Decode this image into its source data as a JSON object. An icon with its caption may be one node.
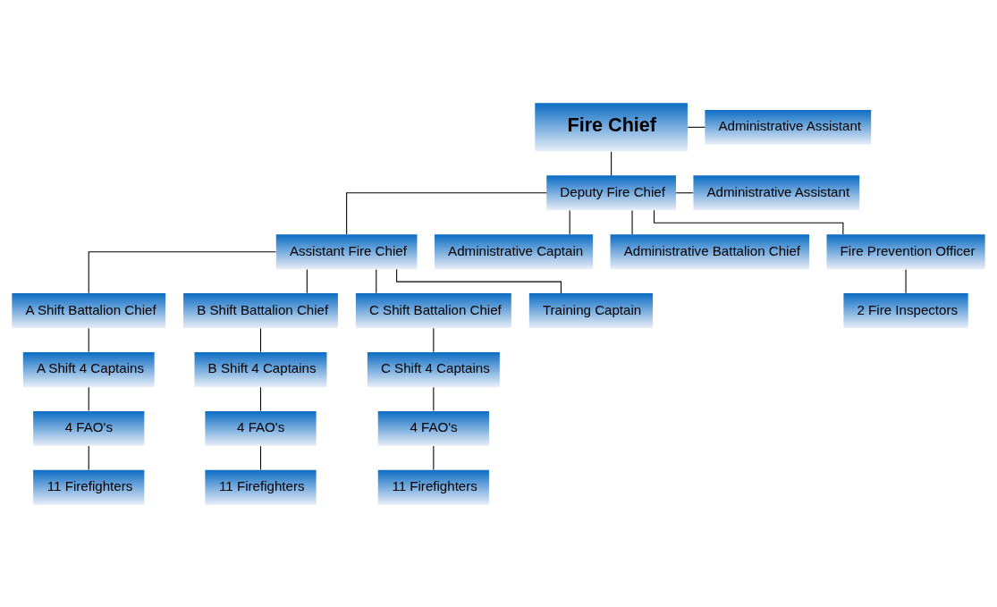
{
  "diagram": {
    "nodes": [
      {
        "text": [
          "Fire Chief"
        ]
      },
      {
        "text": [
          "Administrative Assistant"
        ]
      },
      {
        "text": [
          "Deputy Fire Chief"
        ]
      },
      {
        "text": [
          "Administrative Assistant"
        ]
      },
      {
        "text": [
          "Assistant Fire Chief"
        ]
      },
      {
        "text": [
          "Administrative Captain"
        ]
      },
      {
        "text": [
          "Administrative Battalion Chief"
        ]
      },
      {
        "text": [
          "Fire Prevention Officer"
        ]
      },
      {
        "text": [
          "A Shift Battalion Chief"
        ]
      },
      {
        "text": [
          "B Shift Battalion Chief"
        ]
      },
      {
        "text": [
          "C Shift Battalion Chief"
        ]
      },
      {
        "text": [
          "Training Captain"
        ]
      },
      {
        "text": [
          "A Shift 4 Captains"
        ]
      },
      {
        "text": [
          "B Shift 4 Captains"
        ]
      },
      {
        "text": [
          "C Shift 4 Captains"
        ]
      },
      {
        "text": [
          "2 Fire Inspectors"
        ]
      },
      {
        "text": [
          "4 FAO's"
        ]
      },
      {
        "text": [
          "4 FAO's"
        ]
      },
      {
        "text": [
          "4 FAO's"
        ]
      },
      {
        "text": [
          "11 Firefighters"
        ]
      },
      {
        "text": [
          "11 Firefighters"
        ]
      },
      {
        "text": [
          "11 Firefighters"
        ]
      }
    ],
    "edges": [
      {
        "from": 0,
        "to": 1,
        "arrow": "none"
      },
      {
        "from": 0,
        "to": 2,
        "arrow": "none"
      },
      {
        "from": 2,
        "to": 3,
        "arrow": "none"
      },
      {
        "from": 2,
        "to": 4,
        "arrow": "none"
      },
      {
        "from": 2,
        "to": 5,
        "arrow": "none"
      },
      {
        "from": 2,
        "to": 6,
        "arrow": "none"
      },
      {
        "from": 2,
        "to": 7,
        "arrow": "none"
      },
      {
        "from": 4,
        "to": 8,
        "arrow": "none"
      },
      {
        "from": 4,
        "to": 9,
        "arrow": "none"
      },
      {
        "from": 4,
        "to": 10,
        "arrow": "none"
      },
      {
        "from": 4,
        "to": 11,
        "arrow": "none"
      },
      {
        "from": 8,
        "to": 12,
        "arrow": "none"
      },
      {
        "from": 9,
        "to": 13,
        "arrow": "none"
      },
      {
        "from": 10,
        "to": 14,
        "arrow": "none"
      },
      {
        "from": 7,
        "to": 15,
        "arrow": "none"
      },
      {
        "from": 12,
        "to": 16,
        "arrow": "none"
      },
      {
        "from": 13,
        "to": 17,
        "arrow": "none"
      },
      {
        "from": 14,
        "to": 18,
        "arrow": "none"
      },
      {
        "from": 16,
        "to": 19,
        "arrow": "none"
      },
      {
        "from": 17,
        "to": 20,
        "arrow": "none"
      },
      {
        "from": 18,
        "to": 21,
        "arrow": "none"
      }
    ]
  }
}
